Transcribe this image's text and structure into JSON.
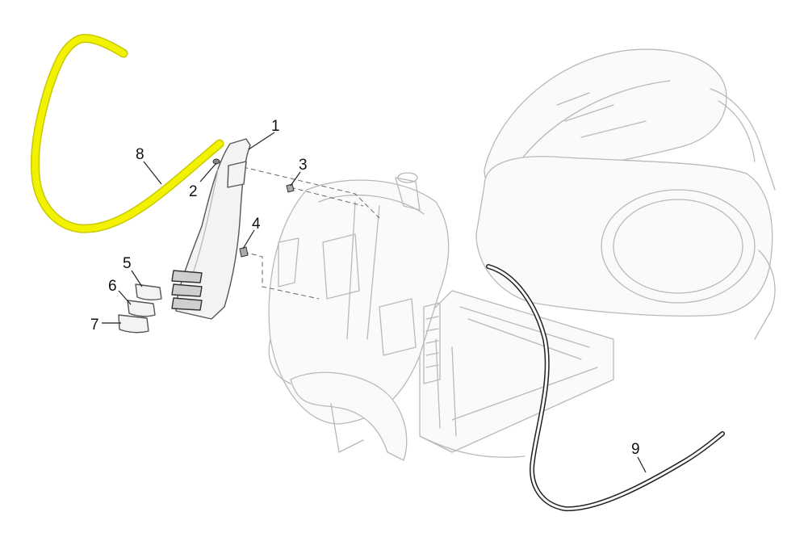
{
  "callouts": [
    {
      "id": "1",
      "label": "1"
    },
    {
      "id": "2",
      "label": "2"
    },
    {
      "id": "3",
      "label": "3"
    },
    {
      "id": "4",
      "label": "4"
    },
    {
      "id": "5",
      "label": "5"
    },
    {
      "id": "6",
      "label": "6"
    },
    {
      "id": "7",
      "label": "7"
    },
    {
      "id": "8",
      "label": "8"
    },
    {
      "id": "9",
      "label": "9"
    }
  ],
  "colors": {
    "highlight": "#f2f200",
    "highlight_edge": "#c9c900",
    "ghost_outline": "#b9b9b9",
    "callout_text": "#111111"
  },
  "highlighted_part": "8"
}
